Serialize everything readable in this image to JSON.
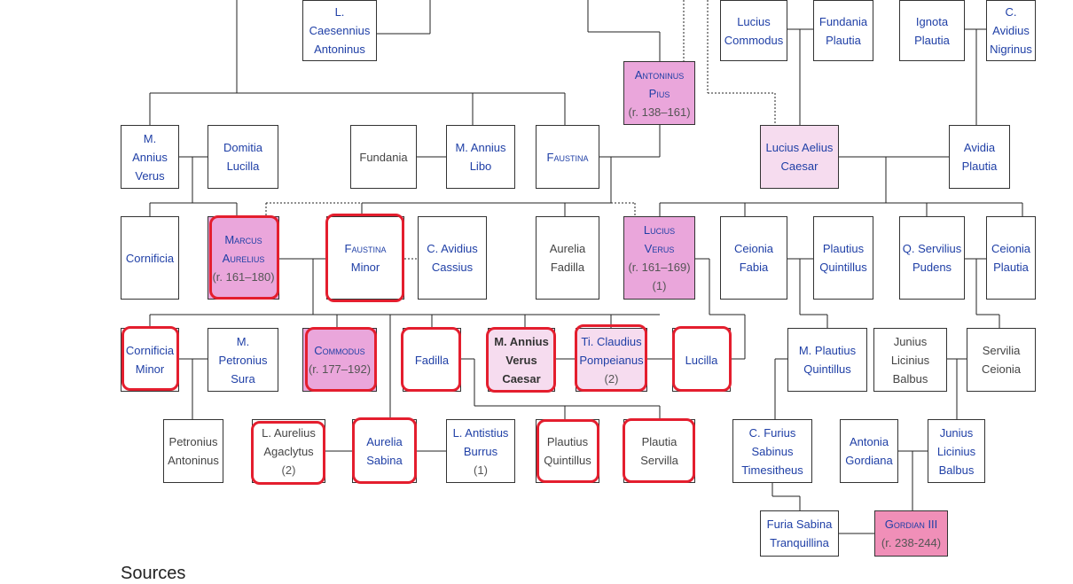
{
  "sources_heading": "Sources",
  "colors": {
    "emperor_fill": "#eaa6db",
    "heir_fill": "#f6dcef",
    "gordian_fill": "#f08fb8",
    "link": "#1f3fa6",
    "highlight": "#e41e2e"
  },
  "nodes": {
    "l_caesennius": [
      "L.",
      "Caesennius",
      "Antoninus"
    ],
    "lucius_commodus": [
      "Lucius",
      "Commodus"
    ],
    "fundania_plautia": [
      "Fundania",
      "Plautia"
    ],
    "ignota_plautia": [
      "Ignota",
      "Plautia"
    ],
    "c_avidius_nigrinus": [
      "C.",
      "Avidius",
      "Nigrinus"
    ],
    "antoninus_pius": [
      "Antoninus",
      "Pius",
      "(r. 138–161)"
    ],
    "m_annius_verus": [
      "M.",
      "Annius",
      "Verus"
    ],
    "domitia_lucilla": [
      "Domitia",
      "Lucilla"
    ],
    "fundania": [
      "Fundania"
    ],
    "m_annius_libo": [
      "M. Annius",
      "Libo"
    ],
    "faustina": [
      "Faustina"
    ],
    "lucius_aelius_caesar": [
      "Lucius Aelius",
      "Caesar"
    ],
    "avidia_plautia": [
      "Avidia",
      "Plautia"
    ],
    "cornificia": [
      "Cornificia"
    ],
    "marcus_aurelius": [
      "Marcus",
      "Aurelius",
      "(r. 161–180)"
    ],
    "faustina_minor": [
      "Faustina",
      "Minor"
    ],
    "c_avidius_cassius": [
      "C. Avidius",
      "Cassius"
    ],
    "aurelia_fadilla": [
      "Aurelia",
      "Fadilla"
    ],
    "lucius_verus": [
      "Lucius",
      "Verus",
      "(r. 161–169)",
      "(1)"
    ],
    "ceionia_fabia": [
      "Ceionia",
      "Fabia"
    ],
    "plautius_quintillus": [
      "Plautius",
      "Quintillus"
    ],
    "q_servilius_pudens": [
      "Q. Servilius",
      "Pudens"
    ],
    "ceionia_plautia": [
      "Ceionia",
      "Plautia"
    ],
    "cornificia_minor": [
      "Cornificia",
      "Minor"
    ],
    "m_petronius_sura": [
      "M.",
      "Petronius",
      "Sura"
    ],
    "commodus": [
      "Commodus",
      "(r. 177–192)"
    ],
    "fadilla": [
      "Fadilla"
    ],
    "m_annius_verus_caesar": [
      "M. Annius",
      "Verus",
      "Caesar"
    ],
    "ti_claudius_pompeianus": [
      "Ti. Claudius",
      "Pompeianus",
      "(2)"
    ],
    "lucilla": [
      "Lucilla"
    ],
    "m_plautius_quintillus": [
      "M. Plautius",
      "Quintillus"
    ],
    "junius_licinius_balbus": [
      "Junius",
      "Licinius",
      "Balbus"
    ],
    "servilia_ceionia": [
      "Servilia",
      "Ceionia"
    ],
    "petronius_antoninus": [
      "Petronius",
      "Antoninus"
    ],
    "l_aurelius_agaclytus": [
      "L. Aurelius",
      "Agaclytus",
      "(2)"
    ],
    "aurelia_sabina": [
      "Aurelia",
      "Sabina"
    ],
    "l_antistius_burrus": [
      "L. Antistius",
      "Burrus",
      "(1)"
    ],
    "plautius_quintillus_2": [
      "Plautius",
      "Quintillus"
    ],
    "plautia_servilla": [
      "Plautia",
      "Servilla"
    ],
    "c_furius_sabinus_timesitheus": [
      "C. Furius",
      "Sabinus",
      "Timesitheus"
    ],
    "antonia_gordiana": [
      "Antonia",
      "Gordiana"
    ],
    "junius_licinius_balbus_2": [
      "Junius",
      "Licinius",
      "Balbus"
    ],
    "furia_sabina_tranquillina": [
      "Furia Sabina",
      "Tranquillina"
    ],
    "gordian_iii": [
      "Gordian III",
      "(r. 238-244)"
    ]
  }
}
